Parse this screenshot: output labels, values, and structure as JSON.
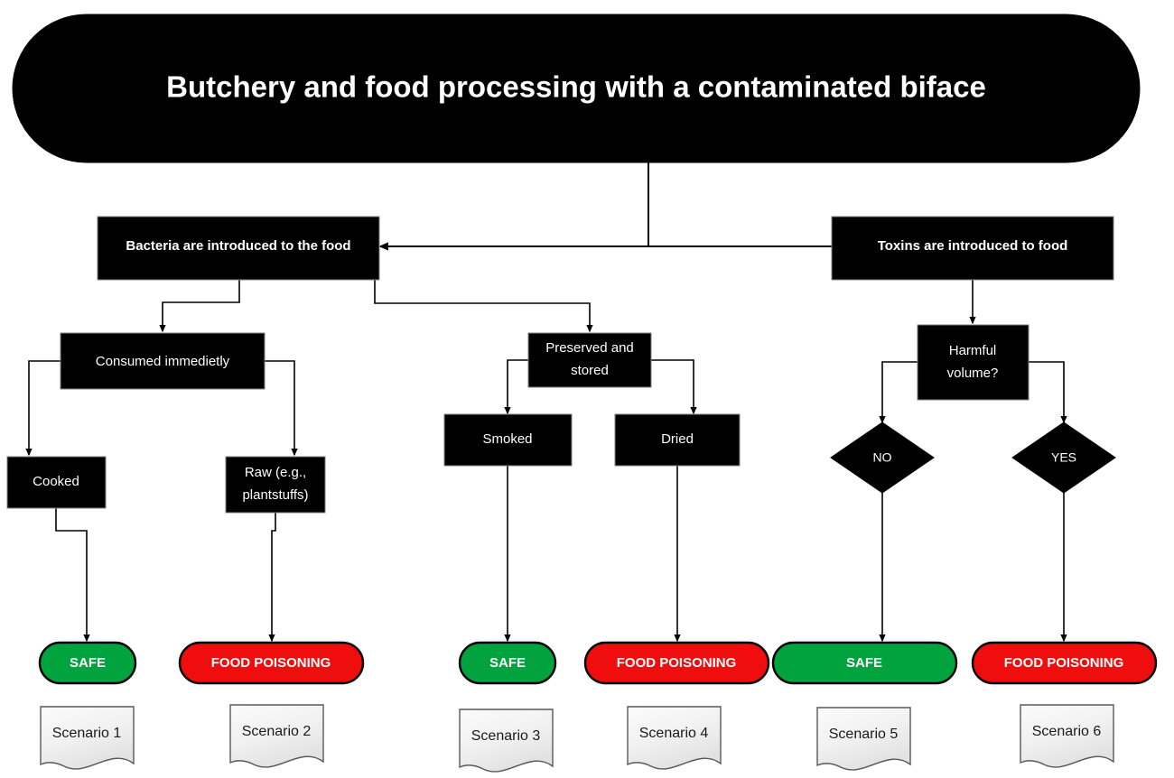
{
  "diagram": {
    "type": "flowchart",
    "title": "Butchery and food processing with a contaminated biface",
    "background_color": "#ffffff",
    "colors": {
      "node_fill": "#000000",
      "node_text": "#ffffff",
      "node_border": "#7f7f7f",
      "connector": "#000000",
      "safe_green": "#00a33e",
      "poisoning_red": "#f00d0d",
      "document_border": "#595959",
      "document_text": "#1a1a1a"
    }
  },
  "title_node": {
    "label": "Butchery and food processing with a contaminated biface",
    "shape": "rounded-rectangle"
  },
  "branches": [
    {
      "id": "bacteria",
      "label": "Bacteria are introduced to the food",
      "shape": "rectangle"
    },
    {
      "id": "toxins",
      "label": "Toxins are introduced to food",
      "shape": "rectangle"
    }
  ],
  "stages": [
    {
      "id": "consumed",
      "label": "Consumed immedietly",
      "shape": "rectangle",
      "parent": "bacteria"
    },
    {
      "id": "preserved",
      "label_line1": "Preserved and",
      "label_line2": "stored",
      "label": "Preserved and stored",
      "shape": "rectangle",
      "parent": "bacteria"
    },
    {
      "id": "harmful",
      "label_line1": "Harmful",
      "label_line2": "volume?",
      "label": "Harmful volume?",
      "shape": "rectangle",
      "parent": "toxins"
    }
  ],
  "leaves": [
    {
      "id": "cooked",
      "label": "Cooked",
      "shape": "rectangle",
      "parent": "consumed"
    },
    {
      "id": "raw",
      "label_line1": "Raw (e.g.,",
      "label_line2": "plantstuffs)",
      "label": "Raw (e.g., plantstuffs)",
      "shape": "rectangle",
      "parent": "consumed"
    },
    {
      "id": "smoked",
      "label": "Smoked",
      "shape": "rectangle",
      "parent": "preserved"
    },
    {
      "id": "dried",
      "label": "Dried",
      "shape": "rectangle",
      "parent": "preserved"
    },
    {
      "id": "no",
      "label": "NO",
      "shape": "diamond",
      "parent": "harmful"
    },
    {
      "id": "yes",
      "label": "YES",
      "shape": "diamond",
      "parent": "harmful"
    }
  ],
  "outcomes": [
    {
      "id": "outcome-1",
      "label": "SAFE",
      "status": "safe",
      "color": "#00a33e",
      "parent": "cooked",
      "scenario": "Scenario 1"
    },
    {
      "id": "outcome-2",
      "label": "FOOD POISONING",
      "status": "poisoning",
      "color": "#f00d0d",
      "parent": "raw",
      "scenario": "Scenario 2"
    },
    {
      "id": "outcome-3",
      "label": "SAFE",
      "status": "safe",
      "color": "#00a33e",
      "parent": "smoked",
      "scenario": "Scenario 3"
    },
    {
      "id": "outcome-4",
      "label": "FOOD POISONING",
      "status": "poisoning",
      "color": "#f00d0d",
      "parent": "dried",
      "scenario": "Scenario 4"
    },
    {
      "id": "outcome-5",
      "label": "SAFE",
      "status": "safe",
      "color": "#00a33e",
      "parent": "no",
      "scenario": "Scenario 5"
    },
    {
      "id": "outcome-6",
      "label": "FOOD POISONING",
      "status": "poisoning",
      "color": "#f00d0d",
      "parent": "yes",
      "scenario": "Scenario 6"
    }
  ],
  "scenarios": [
    {
      "id": "scenario-1",
      "label": "Scenario 1"
    },
    {
      "id": "scenario-2",
      "label": "Scenario 2"
    },
    {
      "id": "scenario-3",
      "label": "Scenario 3"
    },
    {
      "id": "scenario-4",
      "label": "Scenario 4"
    },
    {
      "id": "scenario-5",
      "label": "Scenario 5"
    },
    {
      "id": "scenario-6",
      "label": "Scenario 6"
    }
  ]
}
